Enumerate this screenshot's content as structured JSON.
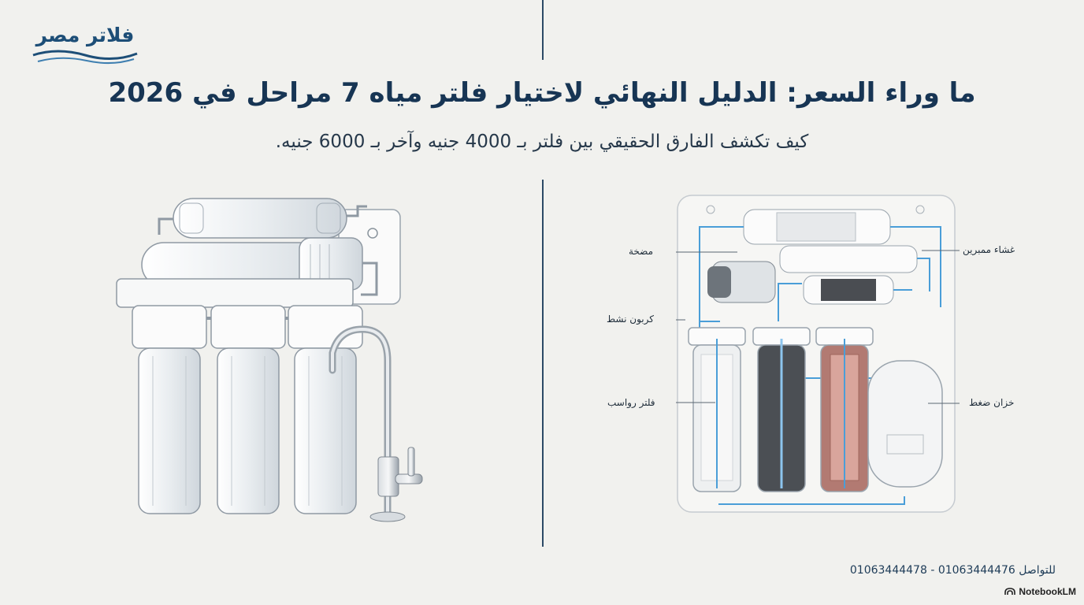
{
  "brand": {
    "logo_text": "فلاتر مصر",
    "color": "#1d4e77"
  },
  "header": {
    "title": "ما وراء السعر: الدليل النهائي لاختيار فلتر مياه 7 مراحل في 2026",
    "subtitle": "كيف تكشف الفارق الحقيقي بين فلتر بـ 4000 جنيه وآخر بـ 6000 جنيه."
  },
  "diagram_labels": {
    "pump": "مضخة",
    "membrane": "غشاء ممبرين",
    "carbon": "كربون نشط",
    "sediment": "فلتر رواسب",
    "tank": "خزان ضغط"
  },
  "footer": {
    "contact": "للتواصل 01063444476 - 01063444478",
    "watermark": "NotebookLM"
  },
  "colors": {
    "title": "#173554",
    "water_flow": "#4a9ed8",
    "background": "#f1f1ee"
  }
}
